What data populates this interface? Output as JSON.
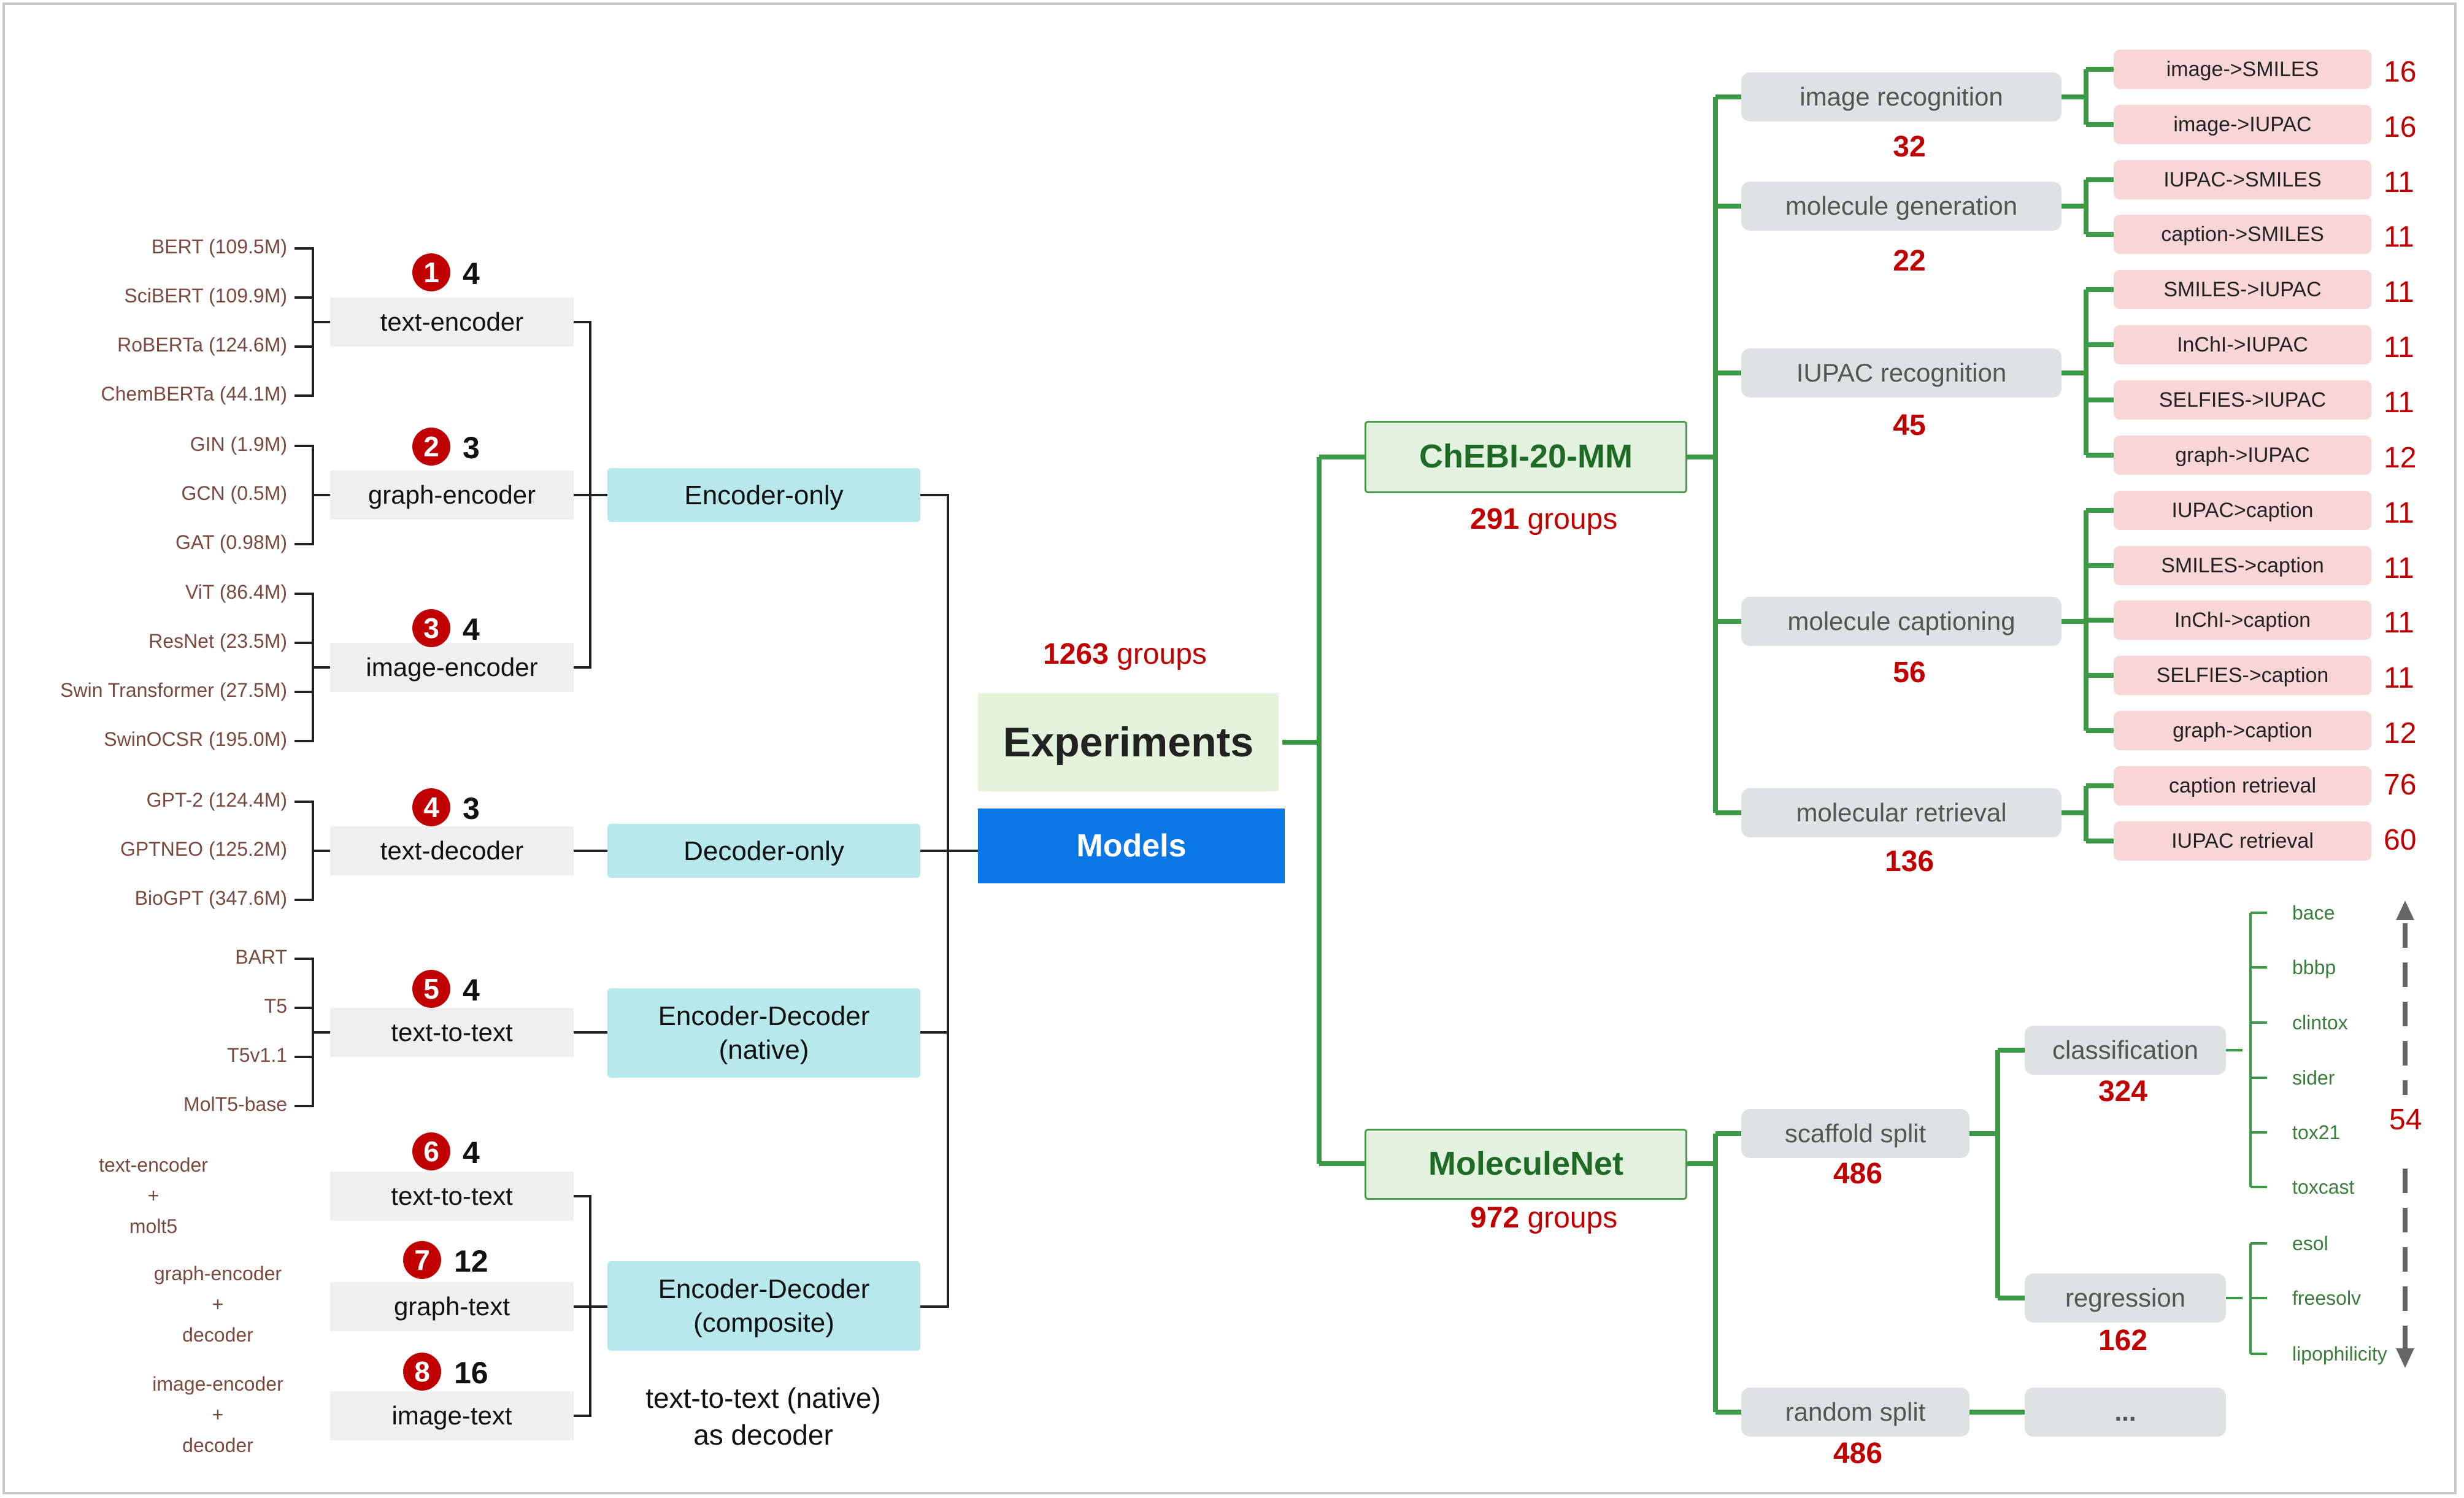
{
  "models_header": {
    "label": "Models"
  },
  "experiments": {
    "label": "Experiments",
    "total_groups": "1263",
    "groups_word": "groups"
  },
  "architectures": [
    {
      "label": "Encoder-only"
    },
    {
      "label": "Decoder-only"
    },
    {
      "label": "Encoder-Decoder\n(native)"
    },
    {
      "label": "Encoder-Decoder\n(composite)"
    }
  ],
  "composite_note": "text-to-text (native)\nas decoder",
  "groups": [
    {
      "badge": "1",
      "count": "4",
      "label": "text-encoder"
    },
    {
      "badge": "2",
      "count": "3",
      "label": "graph-encoder"
    },
    {
      "badge": "3",
      "count": "4",
      "label": "image-encoder"
    },
    {
      "badge": "4",
      "count": "3",
      "label": "text-decoder"
    },
    {
      "badge": "5",
      "count": "4",
      "label": "text-to-text"
    },
    {
      "badge": "6",
      "count": "4",
      "label": "text-to-text"
    },
    {
      "badge": "7",
      "count": "12",
      "label": "graph-text"
    },
    {
      "badge": "8",
      "count": "16",
      "label": "image-text"
    }
  ],
  "model_names": {
    "text_encoder": [
      "BERT (109.5M)",
      "SciBERT (109.9M)",
      "RoBERTa (124.6M)",
      "ChemBERTa (44.1M)"
    ],
    "graph_encoder": [
      "GIN (1.9M)",
      "GCN (0.5M)",
      "GAT (0.98M)"
    ],
    "image_encoder": [
      "ViT (86.4M)",
      "ResNet (23.5M)",
      "Swin Transformer (27.5M)",
      "SwinOCSR (195.0M)"
    ],
    "text_decoder": [
      "GPT-2 (124.4M)",
      "GPTNEO (125.2M)",
      "BioGPT (347.6M)"
    ],
    "text_to_text": [
      "BART",
      "T5",
      "T5v1.1",
      "MolT5-base"
    ]
  },
  "composites": [
    {
      "top": "text-encoder",
      "plus": "+",
      "bottom": "molt5"
    },
    {
      "top": "graph-encoder",
      "plus": "+",
      "bottom": "decoder"
    },
    {
      "top": "image-encoder",
      "plus": "+",
      "bottom": "decoder"
    }
  ],
  "chebi": {
    "label": "ChEBI-20-MM",
    "groups": "291",
    "groups_word": "groups",
    "tasks": [
      {
        "label": "image recognition",
        "count": "32",
        "subtasks": [
          {
            "label": "image->SMILES",
            "count": "16"
          },
          {
            "label": "image->IUPAC",
            "count": "16"
          }
        ]
      },
      {
        "label": "molecule generation",
        "count": "22",
        "subtasks": [
          {
            "label": "IUPAC->SMILES",
            "count": "11"
          },
          {
            "label": "caption->SMILES",
            "count": "11"
          }
        ]
      },
      {
        "label": "IUPAC recognition",
        "count": "45",
        "subtasks": [
          {
            "label": "SMILES->IUPAC",
            "count": "11"
          },
          {
            "label": "InChI->IUPAC",
            "count": "11"
          },
          {
            "label": "SELFIES->IUPAC",
            "count": "11"
          },
          {
            "label": "graph->IUPAC",
            "count": "12"
          }
        ]
      },
      {
        "label": "molecule captioning",
        "count": "56",
        "subtasks": [
          {
            "label": "IUPAC>caption",
            "count": "11"
          },
          {
            "label": "SMILES->caption",
            "count": "11"
          },
          {
            "label": "InChI->caption",
            "count": "11"
          },
          {
            "label": "SELFIES->caption",
            "count": "11"
          },
          {
            "label": "graph->caption",
            "count": "12"
          }
        ]
      },
      {
        "label": "molecular retrieval",
        "count": "136",
        "subtasks": [
          {
            "label": "caption retrieval",
            "count": "76"
          },
          {
            "label": "IUPAC retrieval",
            "count": "60"
          }
        ]
      }
    ]
  },
  "moleculenet": {
    "label": "MoleculeNet",
    "groups": "972",
    "groups_word": "groups",
    "scaffold": {
      "label": "scaffold split",
      "count": "486"
    },
    "random": {
      "label": "random split",
      "count": "486",
      "child": "..."
    },
    "classification": {
      "label": "classification",
      "count": "324",
      "datasets": [
        "bace",
        "bbbp",
        "clintox",
        "sider",
        "tox21",
        "toxcast"
      ]
    },
    "regression": {
      "label": "regression",
      "count": "162",
      "datasets": [
        "esol",
        "freesolv",
        "lipophilicity"
      ]
    },
    "dataset_total": "54"
  },
  "colors": {
    "green_line": "#3c9a46",
    "black_line": "#222222",
    "red": "#c00000",
    "cyan": "#b7e9ec",
    "blue": "#0b77e6",
    "pink": "#f9d6d6"
  }
}
